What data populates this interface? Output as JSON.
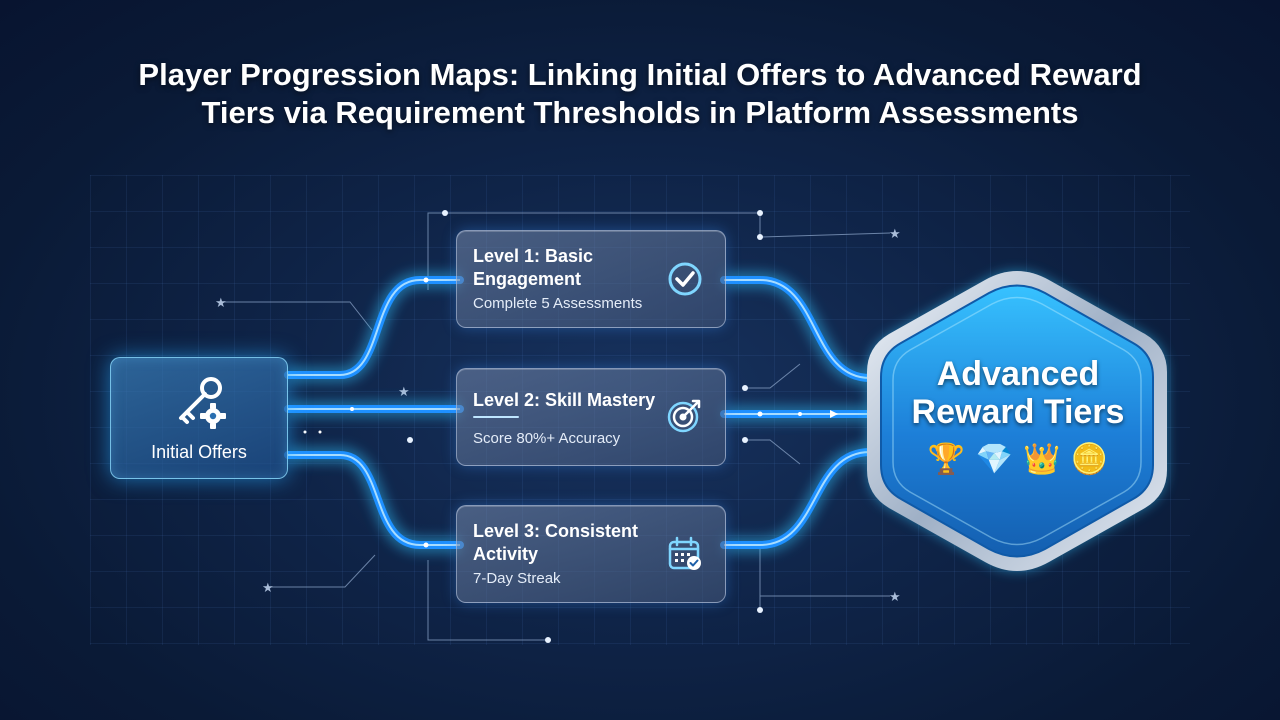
{
  "title": {
    "line1": "Player Progression Maps: Linking Initial Offers to Advanced Reward",
    "line2": "Tiers via Requirement Thresholds in Platform Assessments"
  },
  "start_node": {
    "label": "Initial Offers",
    "icon": "key-gear-icon"
  },
  "levels": [
    {
      "title": "Level 1: Basic Engagement",
      "requirement": "Complete 5 Assessments",
      "icon": "check-circle-icon"
    },
    {
      "title": "Level 2: Skill Mastery",
      "requirement": "Score 80%+ Accuracy",
      "icon": "target-icon"
    },
    {
      "title": "Level 3: Consistent Activity",
      "requirement": "7-Day Streak",
      "icon": "calendar-check-icon"
    }
  ],
  "reward_node": {
    "title_line1": "Advanced",
    "title_line2": "Reward Tiers",
    "icons": [
      "🏆",
      "💎",
      "👑",
      "🪙"
    ]
  },
  "colors": {
    "background": "#0f2448",
    "flow_line": "#1e90ff",
    "flow_glow": "#33c6ff",
    "reward_frame": "#c9d4e2",
    "reward_fill": "#2aa4ff"
  }
}
